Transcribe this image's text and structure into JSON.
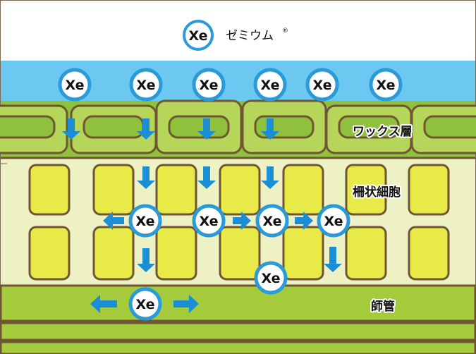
{
  "header": {
    "badge": "Xe",
    "product_name": "ゼミウム",
    "registered_mark": "®"
  },
  "molecule_label": "Xe",
  "layers": {
    "wax": "ワックス層",
    "palisade": "柵状細胞",
    "phloem": "師管"
  },
  "colors": {
    "sky": "#6cc8f0",
    "wax_layer": "#8fc13c",
    "palisade_bg": "#eef1c4",
    "chloroplast": "#e8ea47",
    "phloem": "#a4cb3c",
    "cell_border": "#6e5533",
    "arrow": "#1b8fd6",
    "molecule_ring": "#2a9ad8"
  }
}
